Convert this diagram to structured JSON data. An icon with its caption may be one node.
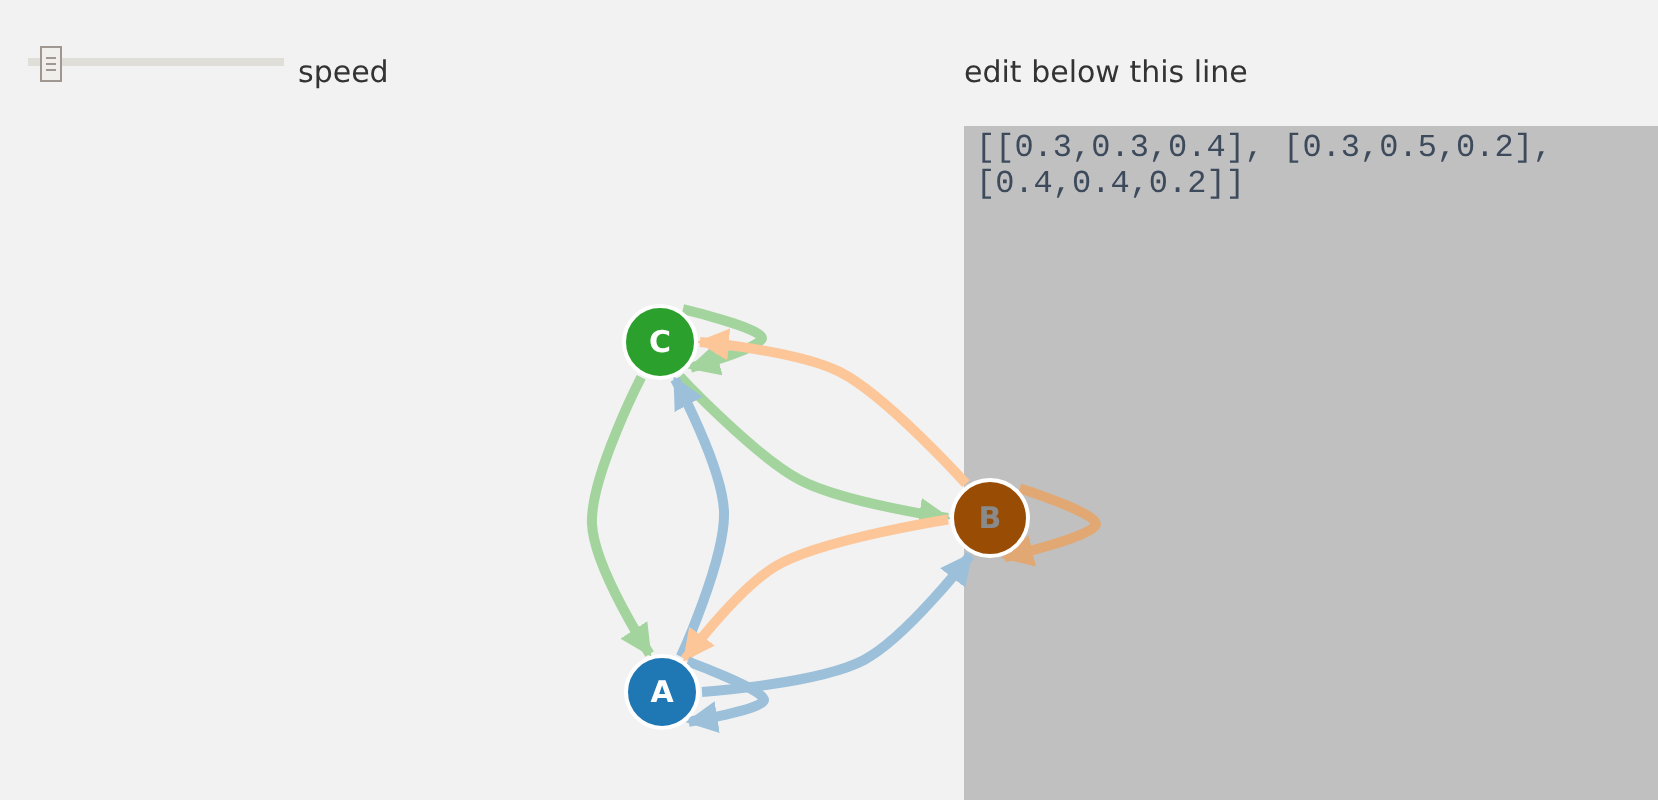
{
  "diagram": {
    "nodes": [
      {
        "text": [
          "C"
        ]
      },
      {
        "text": [
          "B"
        ]
      },
      {
        "text": [
          "A"
        ]
      }
    ],
    "edges": [
      {
        "from": 0,
        "to": 0,
        "arrow": "to",
        "color": "#a3d49e"
      },
      {
        "from": 1,
        "to": 0,
        "arrow": "to",
        "color": "#fcc699"
      },
      {
        "from": 0,
        "to": 1,
        "arrow": "to",
        "color": "#a3d49e"
      },
      {
        "from": 0,
        "to": 2,
        "arrow": "to",
        "color": "#a3d49e"
      },
      {
        "from": 2,
        "to": 0,
        "arrow": "to",
        "color": "#9cc0da"
      },
      {
        "from": 1,
        "to": 2,
        "arrow": "to",
        "color": "#fcc699"
      },
      {
        "from": 2,
        "to": 1,
        "arrow": "to",
        "color": "#9cc0da"
      },
      {
        "from": 2,
        "to": 2,
        "arrow": "to",
        "color": "#9cc0da"
      },
      {
        "from": 1,
        "to": 1,
        "arrow": "to",
        "color": "#e2a874"
      }
    ],
    "labels": [
      "speed",
      "edit below this line",
      "[[0.3,0.3,0.4], [0.3,0.5,0.2],[0.4,0.4,0.2]]"
    ]
  }
}
